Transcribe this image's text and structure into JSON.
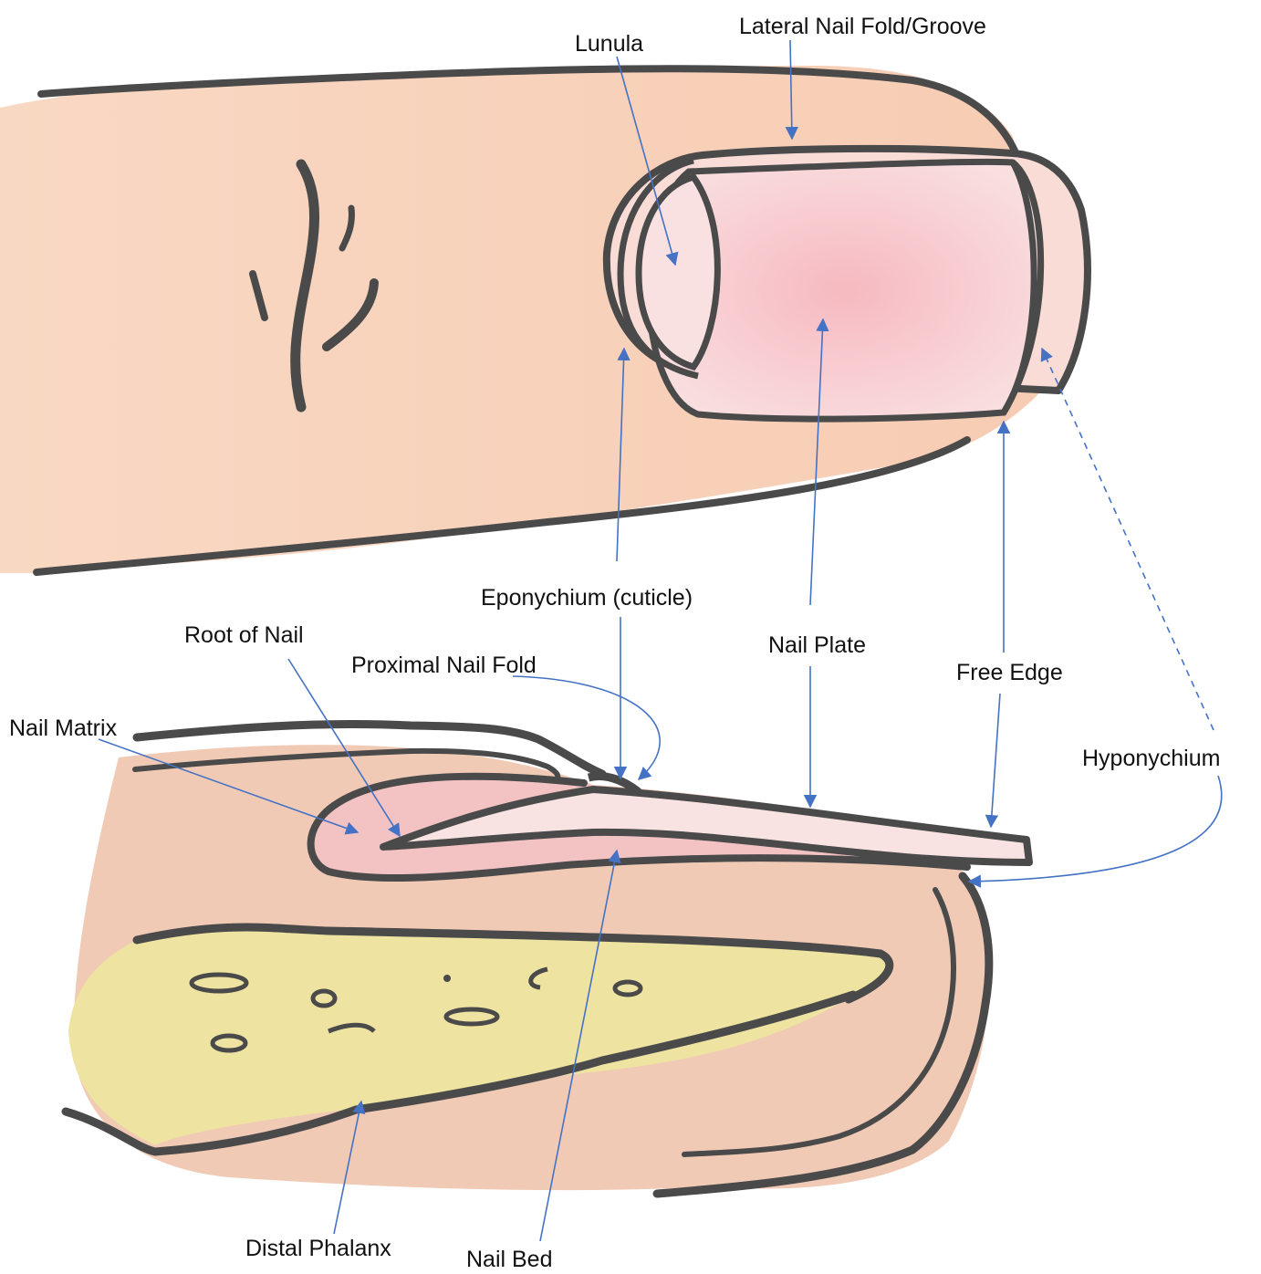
{
  "labels": {
    "lunula": "Lunula",
    "lateral_nail_fold": "Lateral Nail Fold/Groove",
    "eponychium": "Eponychium (cuticle)",
    "root_of_nail": "Root of Nail",
    "proximal_nail_fold": "Proximal Nail Fold",
    "nail_plate": "Nail Plate",
    "free_edge": "Free Edge",
    "nail_matrix": "Nail Matrix",
    "hyponychium": "Hyponychium",
    "distal_phalanx": "Distal Phalanx",
    "nail_bed": "Nail Bed"
  },
  "colors": {
    "skin": "#f7d3bb",
    "skin_light": "#fbe6d8",
    "nail_pink": "#f6c2c7",
    "lunula": "#f8dde0",
    "bone": "#efe6a5",
    "tissue": "#efc0a8",
    "outline": "#4a4a4a",
    "arrow": "#4472c4"
  }
}
